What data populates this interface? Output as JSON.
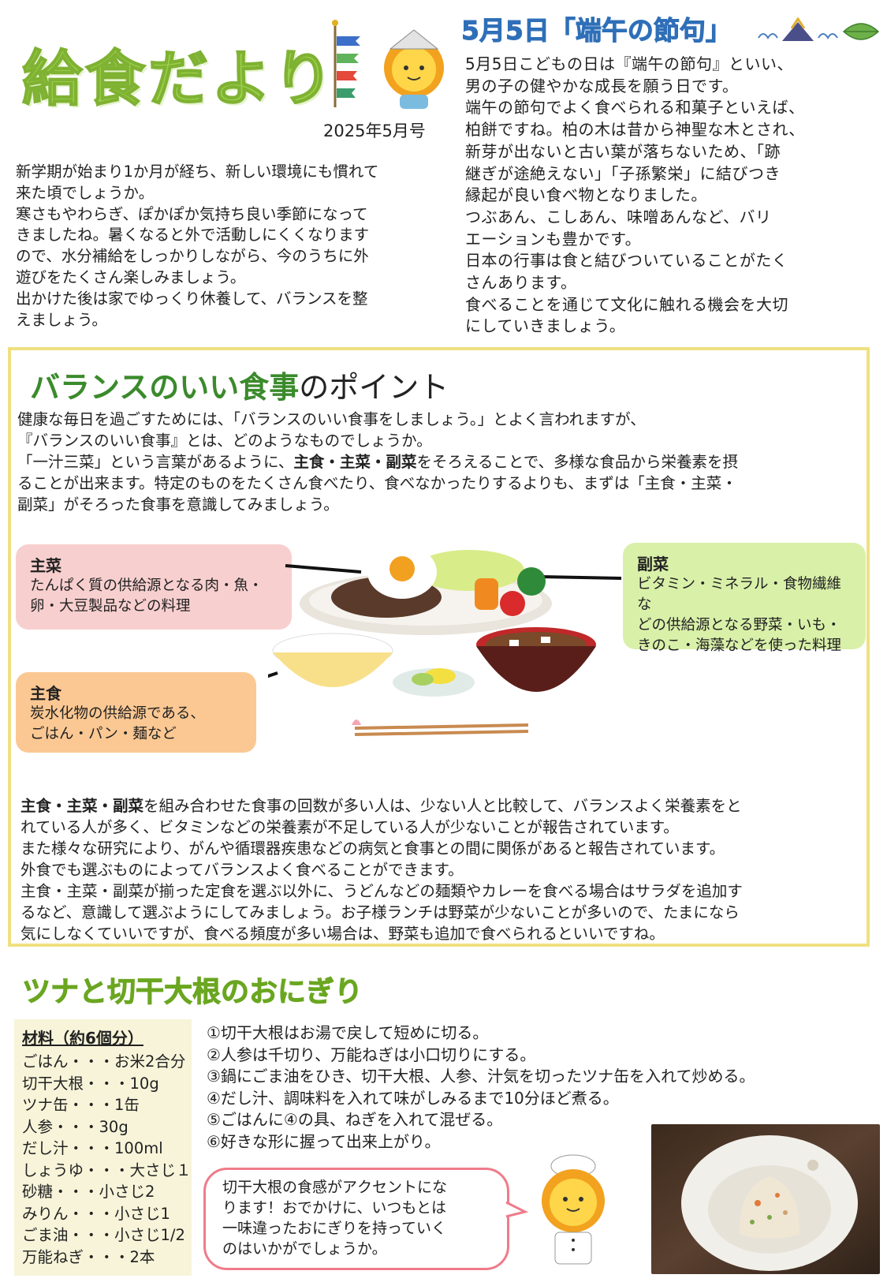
{
  "header": {
    "title": "給食だより",
    "issue": "2025年5月号"
  },
  "intro": [
    "新学期が始まり1か月が経ち、新しい環境にも慣れて",
    "来た頃でしょうか。",
    "寒さもやわらぎ、ぽかぽか気持ち良い季節になって",
    "きましたね。暑くなると外で活動しにくくなります",
    "ので、水分補給をしっかりしながら、今のうちに外",
    "遊びをたくさん楽しみましょう。",
    "出かけた後は家でゆっくり休養して、バランスを整",
    "えましょう。"
  ],
  "tango": {
    "title": "5月5日「端午の節句」",
    "lines": [
      "5月5日こどもの日は『端午の節句』といい、",
      "男の子の健やかな成長を願う日です。",
      "端午の節句でよく食べられる和菓子といえば、",
      "柏餅ですね。柏の木は昔から神聖な木とされ、",
      "新芽が出ないと古い葉が落ちないため、「跡",
      "継ぎが途絶えない」「子孫繁栄」に結びつき",
      "縁起が良い食べ物となりました。",
      "つぶあん、こしあん、味噌あんなど、バリ",
      "エーションも豊かです。",
      "日本の行事は食と結びついていることがたく",
      "さんあります。",
      "食べることを通じて文化に触れる機会を大切",
      "にしていきましょう。"
    ]
  },
  "balance": {
    "title_strong": "バランスのいい食事",
    "title_rest": "のポイント",
    "p1": "健康な毎日を過ごすためには、「バランスのいい食事をしましょう。」とよく言われますが、",
    "p2": "『バランスのいい食事』とは、どのようなものでしょうか。",
    "p3a": "「一汁三菜」という言葉があるように、",
    "p3b": "主食・主菜・副菜",
    "p3c": "をそろえることで、多様な食品から栄養素を摂",
    "p4": "ることが出来ます。特定のものをたくさん食べたり、食べなかったりするよりも、まずは「主食・主菜・",
    "p5": "副菜」がそろった食事を意識してみましょう。",
    "main_dish": {
      "heading": "主菜",
      "line1": "たんぱく質の供給源となる肉・魚・",
      "line2": "卵・大豆製品などの料理"
    },
    "side_dish": {
      "heading": "副菜",
      "line1": "ビタミン・ミネラル・食物繊維な",
      "line2": "どの供給源となる野菜・いも・",
      "line3": "きのこ・海藻などを使った料理"
    },
    "staple": {
      "heading": "主食",
      "line1": "炭水化物の供給源である、",
      "line2": "ごはん・パン・麺など"
    },
    "a1b": "主食・主菜・副菜",
    "a1": "を組み合わせた食事の回数が多い人は、少ない人と比較して、バランスよく栄養素をと",
    "a2": "れている人が多く、ビタミンなどの栄養素が不足している人が少ないことが報告されています。",
    "a3": "また様々な研究により、がんや循環器疾患などの病気と食事との間に関係があると報告されています。",
    "a4": "外食でも選ぶものによってバランスよく食べることができます。",
    "a5": "主食・主菜・副菜が揃った定食を選ぶ以外に、うどんなどの麺類やカレーを食べる場合はサラダを追加す",
    "a6": "るなど、意識して選ぶようにしてみましょう。お子様ランチは野菜が少ないことが多いので、たまになら",
    "a7": "気にしなくていいですが、食べる頻度が多い場合は、野菜も追加で食べられるといいですね。"
  },
  "recipe": {
    "title": "ツナと切干大根のおにぎり",
    "ingredients_heading": "材料（約6個分）",
    "ingredients": [
      "ごはん・・・お米2合分",
      "切干大根・・・10g",
      "ツナ缶・・・1缶",
      "人参・・・30g",
      "だし汁・・・100ml",
      "しょうゆ・・・大さじ１",
      "砂糖・・・小さじ2",
      "みりん・・・小さじ1",
      "ごま油・・・小さじ1/2",
      "万能ねぎ・・・2本"
    ],
    "steps": [
      "①切干大根はお湯で戻して短めに切る。",
      "②人参は千切り、万能ねぎは小口切りにする。",
      "③鍋にごま油をひき、切干大根、人参、汁気を切ったツナ缶を入れて炒める。",
      "④だし汁、調味料を入れて味がしみるまで10分ほど煮る。",
      "⑤ごはんに④の具、ねぎを入れて混ぜる。",
      "⑥好きな形に握って出来上がり。"
    ],
    "bubble": [
      "切干大根の食感がアクセントにな",
      "ります！おでかけに、いつもとは",
      "一味違ったおにぎりを持っていく",
      "のはいかがでしょうか。"
    ]
  },
  "colors": {
    "title_green": "#9ccf4a",
    "tango_blue": "#2f6fb8",
    "box_border": "#f0e080",
    "main_dish_bg": "#f8cfcf",
    "side_dish_bg": "#d9f0a9",
    "staple_bg": "#fbc893",
    "recipe_green": "#6aa620",
    "bubble_border": "#ef7b8a"
  }
}
